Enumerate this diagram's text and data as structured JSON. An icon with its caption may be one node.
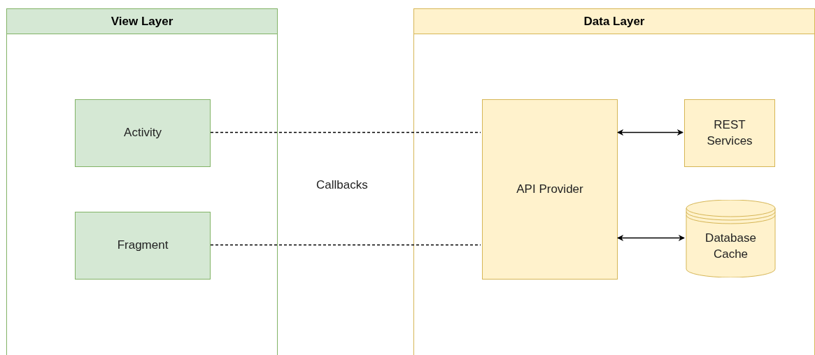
{
  "diagram": {
    "nodes": [
      {
        "text": [
          "View Layer"
        ]
      },
      {
        "text": [
          "Activity"
        ],
        "in": 0
      },
      {
        "text": [
          "Fragment"
        ],
        "in": 0
      },
      {
        "text": [
          "Data Layer"
        ]
      },
      {
        "text": [
          "API Provider"
        ],
        "in": 3
      },
      {
        "text": [
          "REST Services"
        ],
        "in": 3
      },
      {
        "text": [
          "Database Cache"
        ],
        "in": 3
      }
    ],
    "edges": [
      {
        "from": 1,
        "to": 4,
        "arrow": "none",
        "style": "dashed"
      },
      {
        "from": 2,
        "to": 4,
        "arrow": "none",
        "style": "dashed"
      },
      {
        "from": 4,
        "to": 5,
        "arrow": "both"
      },
      {
        "from": 4,
        "to": 6,
        "arrow": "both"
      }
    ],
    "labels": [
      "Callbacks"
    ]
  }
}
